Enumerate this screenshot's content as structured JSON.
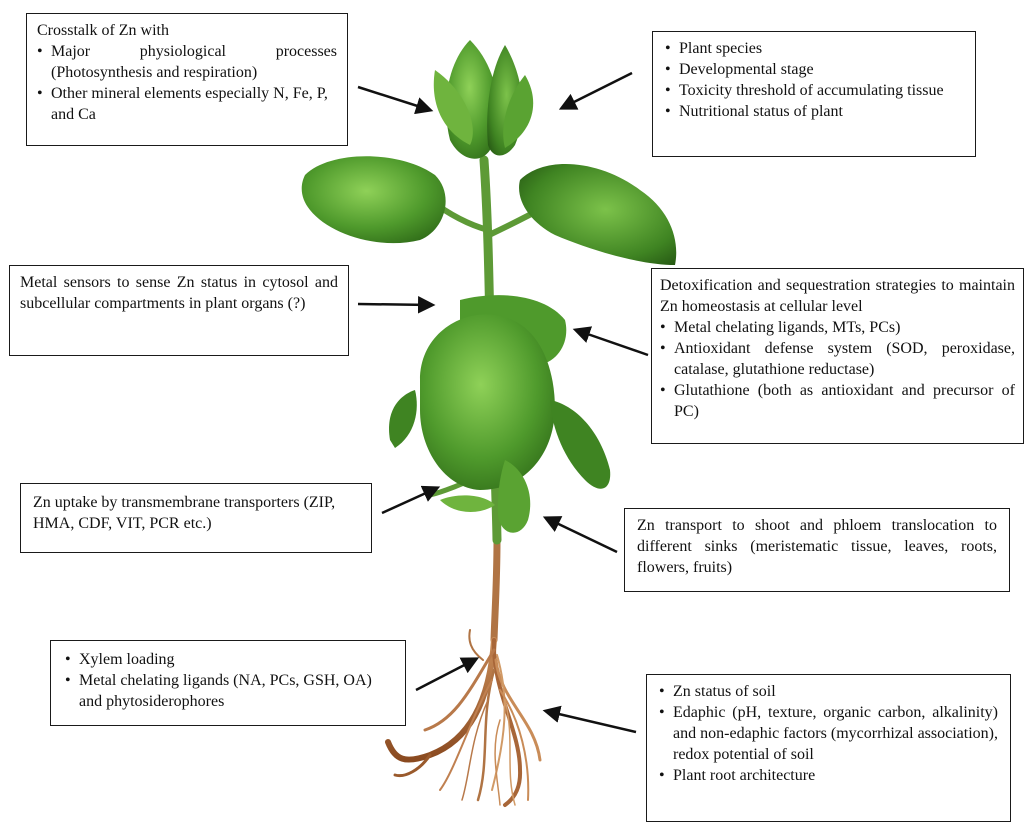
{
  "colors": {
    "leaf_light": "#7cc24a",
    "leaf_mid": "#4f9a2c",
    "leaf_dark": "#2f6b18",
    "stem": "#5d9a36",
    "root": "#9a5a2c",
    "root_light": "#c98c58",
    "box_border": "#1a1a1a",
    "arrow": "#111111"
  },
  "boxes": {
    "crosstalk": {
      "title": "Crosstalk of Zn with",
      "items": [
        "Major physiological processes (Photosynthesis and respiration)",
        "Other mineral elements especially N, Fe, P, and Ca"
      ]
    },
    "factors": {
      "items": [
        "Plant species",
        "Developmental stage",
        "Toxicity threshold of accumulating tissue",
        "Nutritional status of plant"
      ]
    },
    "sensors": {
      "text": "Metal sensors to sense Zn status in cytosol and subcellular compartments in plant organs (?)"
    },
    "detox": {
      "title": "Detoxification and sequestration strategies to maintain Zn homeostasis at cellular level",
      "items": [
        "Metal chelating ligands, MTs, PCs)",
        "Antioxidant defense system (SOD, peroxidase, catalase, glutathione reductase)",
        "Glutathione (both as antioxidant and precursor of PC)"
      ]
    },
    "uptake": {
      "text": "Zn uptake by transmembrane transporters (ZIP, HMA, CDF, VIT, PCR etc.)"
    },
    "transport": {
      "text": "Zn transport to shoot and phloem translocation to different sinks (meristematic tissue, leaves, roots, flowers, fruits)"
    },
    "xylem": {
      "items": [
        "Xylem loading",
        "Metal chelating ligands (NA, PCs, GSH, OA) and phytosiderophores"
      ]
    },
    "soil": {
      "items": [
        "Zn status of soil",
        "Edaphic (pH, texture, organic carbon, alkalinity) and non-edaphic factors (mycorrhizal association), redox potential of soil",
        "Plant root architecture"
      ]
    }
  }
}
